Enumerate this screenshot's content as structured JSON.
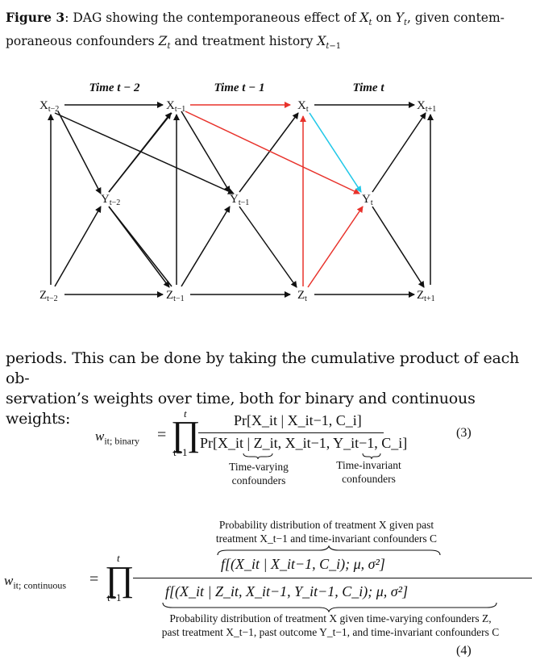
{
  "figure": {
    "label": "Figure 3",
    "caption_parts": {
      "a": ": DAG showing the contemporaneous effect of ",
      "xt": "X",
      "b": " on ",
      "yt": "Y",
      "c": ", given contem-",
      "d": "poraneous confounders ",
      "zt": "Z",
      "e": " and treatment history ",
      "xt1": "X"
    },
    "time_labels": [
      "Time t − 2",
      "Time t − 1",
      "Time t"
    ],
    "nodes": {
      "x_t_minus_2": {
        "base": "X",
        "sub": "t−2"
      },
      "x_t_minus_1": {
        "base": "X",
        "sub": "t−1"
      },
      "x_t": {
        "base": "X",
        "sub": "t"
      },
      "x_t_plus_1": {
        "base": "X",
        "sub": "t+1"
      },
      "y_t_minus_2": {
        "base": "Y",
        "sub": "t−2"
      },
      "y_t_minus_1": {
        "base": "Y",
        "sub": "t−1"
      },
      "y_t": {
        "base": "Y",
        "sub": "t"
      },
      "z_t_minus_2": {
        "base": "Z",
        "sub": "t−2"
      },
      "z_t_minus_1": {
        "base": "Z",
        "sub": "t−1"
      },
      "z_t": {
        "base": "Z",
        "sub": "t"
      },
      "z_t_plus_1": {
        "base": "Z",
        "sub": "t+1"
      }
    },
    "colors": {
      "black": "#111111",
      "red": "#e8322b",
      "cyan": "#22c8e8"
    }
  },
  "body": {
    "line1": "periods. This can be done by taking the cumulative product of each ob-",
    "line2": "servation’s weights over time, both for binary and continuous weights:"
  },
  "eq3": {
    "lhs_w": "w",
    "lhs_sub": "it; binary",
    "equals": "=",
    "prod": "∏",
    "prod_top": "t",
    "prod_bottom": "t=1",
    "numerator": "Pr[X_it | X_it−1, C_i]",
    "denominator": "Pr[X_it | Z_it, X_it−1, Y_it−1, C_i]",
    "brace_left": "Time-varying confounders",
    "brace_right": "Time-invariant confounders",
    "number": "(3)"
  },
  "eq4": {
    "lhs_w": "w",
    "lhs_sub": "it; continuous",
    "equals": "=",
    "prod": "∏",
    "prod_top": "t",
    "prod_bottom": "t=1",
    "top_annotation_1": "Probability distribution of treatment X given past",
    "top_annotation_2": "treatment X_t−1 and time-invariant confounders C",
    "numerator": "f[(X_it | X_it−1, C_i); μ, σ²]",
    "denominator": "f[(X_it | Z_it, X_it−1, Y_it−1, C_i); μ, σ²]",
    "bottom_annotation_1": "Probability distribution of treatment X given time-varying confounders Z,",
    "bottom_annotation_2": "past treatment X_t−1, past outcome Y_t−1, and time-invariant confounders C",
    "number": "(4)"
  }
}
